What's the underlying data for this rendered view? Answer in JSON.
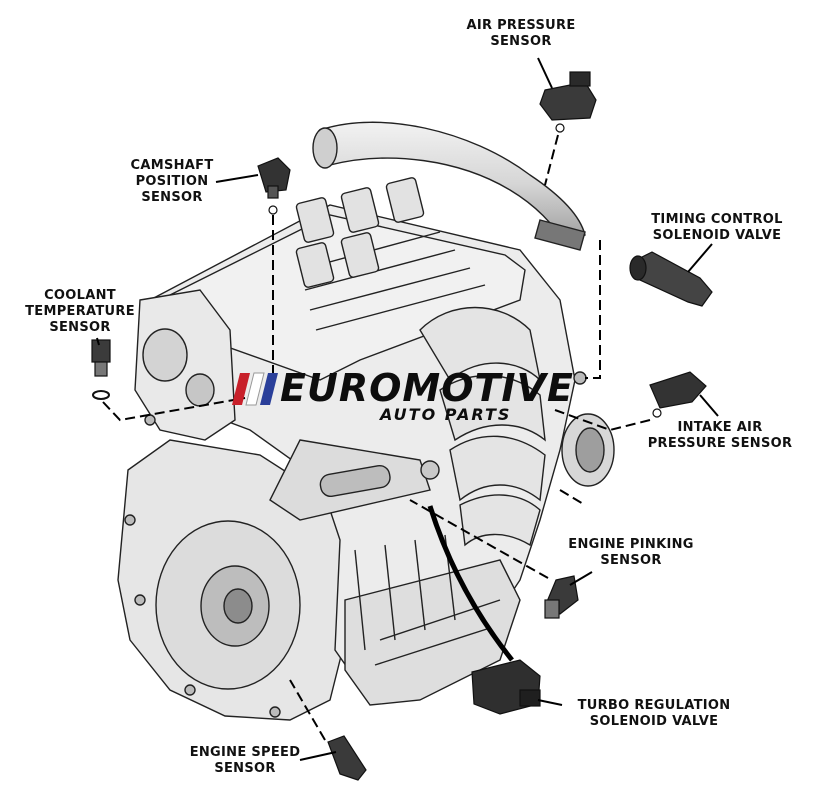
{
  "brand": {
    "name": "EUROMOTIVE",
    "tagline": "AUTO PARTS",
    "colors": {
      "red": "#c8202a",
      "blue": "#2a3f9a",
      "white": "#ffffff",
      "text": "#0d0d0d"
    }
  },
  "labels": {
    "air_pressure_sensor": [
      "AIR PRESSURE",
      "SENSOR"
    ],
    "camshaft_position_sensor": [
      "CAMSHAFT",
      "POSITION",
      "SENSOR"
    ],
    "timing_control_solenoid_valve": [
      "TIMING CONTROL",
      "SOLENOID VALVE"
    ],
    "coolant_temperature_sensor": [
      "COOLANT",
      "TEMPERATURE",
      "SENSOR"
    ],
    "intake_air_pressure_sensor": [
      "INTAKE AIR",
      "PRESSURE SENSOR"
    ],
    "engine_pinking_sensor": [
      "ENGINE PINKING",
      "SENSOR"
    ],
    "turbo_regulation_solenoid_valve": [
      "TURBO REGULATION",
      "SOLENOID VALVE"
    ],
    "engine_speed_sensor": [
      "ENGINE SPEED",
      "SENSOR"
    ]
  }
}
